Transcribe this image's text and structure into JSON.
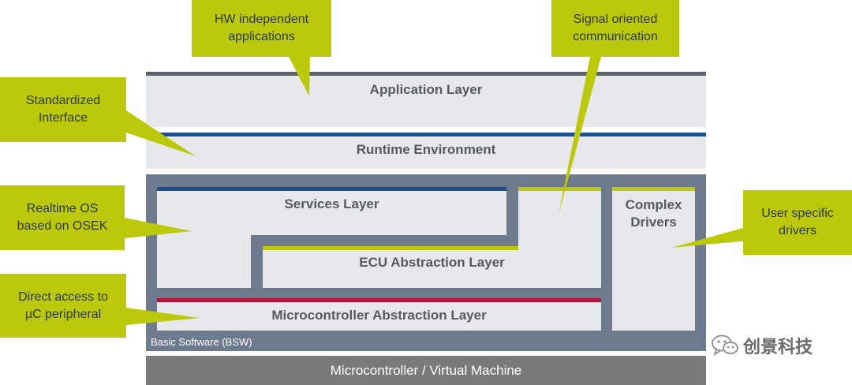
{
  "layers": {
    "application": "Application Layer",
    "rte": "Runtime Environment",
    "services": "Services Layer",
    "ecu": "ECU Abstraction Layer",
    "mcal": "Microcontroller Abstraction Layer",
    "complex": "Complex\nDrivers",
    "bsw_label": "Basic Software (BSW)",
    "hardware": "Microcontroller / Virtual Machine"
  },
  "callouts": {
    "hw_independent": "HW independent\napplications",
    "signal": "Signal oriented\ncommunication",
    "standardized": "Standardized\nInterface",
    "realtime": "Realtime OS\nbased on OSEK",
    "direct": "Direct access to\nµC peripheral",
    "user": "User specific\ndrivers"
  },
  "watermark": "创景科技",
  "colors": {
    "callout": "#bcc80a",
    "bsw": "#6e7a8e",
    "layer": "#e7e8eb",
    "app_bar": "#5c6570",
    "blue_bar": "#1d4f91",
    "red_bar": "#b0173a",
    "hardware": "#7a7a7a"
  }
}
